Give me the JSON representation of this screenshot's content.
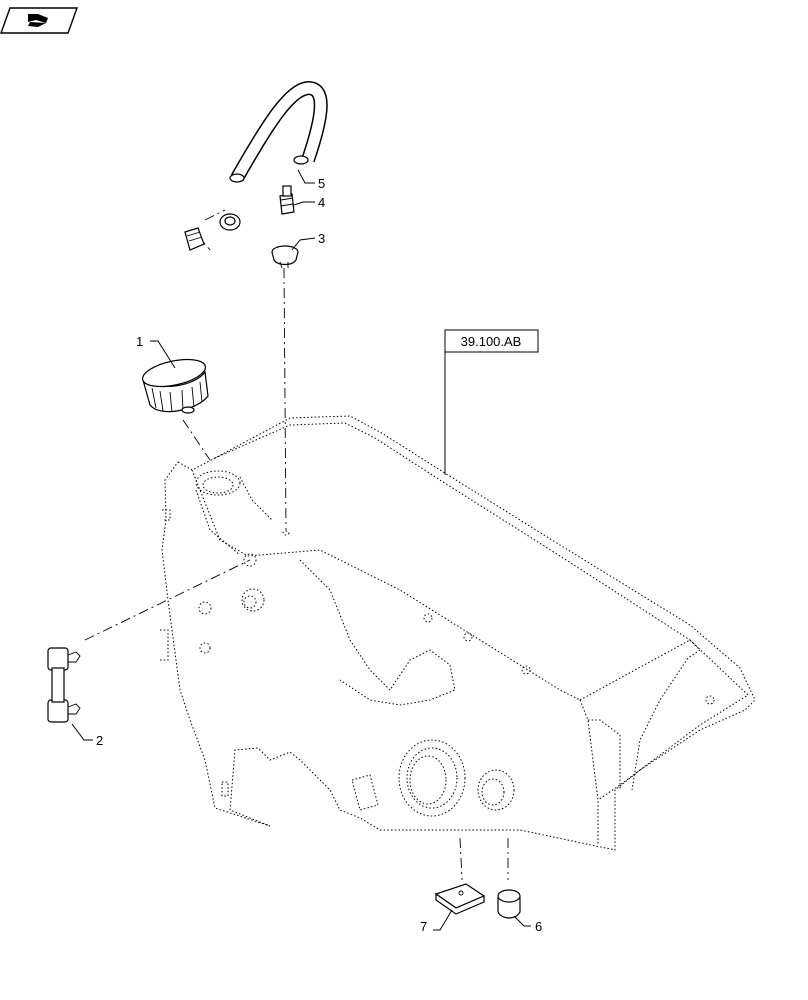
{
  "reference_label": "39.100.AB",
  "callouts": [
    {
      "id": "1",
      "label": "1"
    },
    {
      "id": "2",
      "label": "2"
    },
    {
      "id": "3",
      "label": "3"
    },
    {
      "id": "4",
      "label": "4"
    },
    {
      "id": "5",
      "label": "5"
    },
    {
      "id": "6",
      "label": "6"
    },
    {
      "id": "7",
      "label": "7"
    }
  ],
  "icons": {
    "header": "cross-reference-icon"
  }
}
